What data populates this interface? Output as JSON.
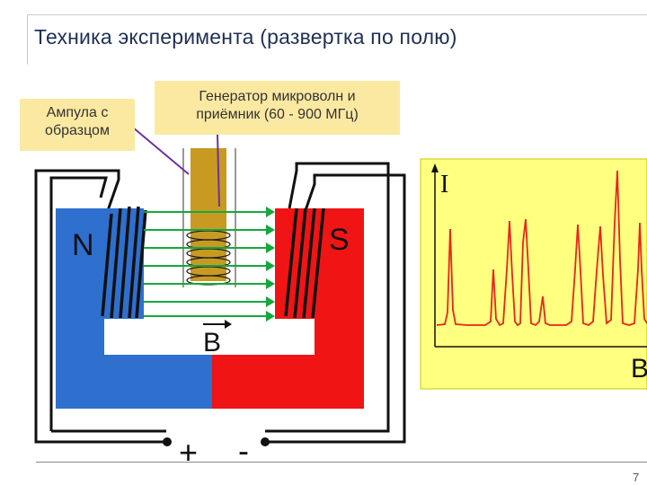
{
  "title": "Техника эксперимента (развертка по полю)",
  "callouts": {
    "ampoule": [
      "Ампула с",
      "образцом"
    ],
    "generator": [
      "Генератор микроволн и",
      "приёмник (60 - 900 МГц)"
    ]
  },
  "magnet": {
    "north_label": "N",
    "south_label": "S",
    "field_label": "B",
    "plus_label": "+",
    "minus_label": "-"
  },
  "colors": {
    "north": "#2f6fce",
    "south": "#f01414",
    "ampoule": "#c89a22",
    "field_lines": "#16a83c",
    "spectrum_bg": "#ffff80",
    "spectrum_line": "#e8261a",
    "callout_bg": "#fbe9a2",
    "pointer": "#7030a0"
  },
  "spectrum": {
    "y_axis_label": "I",
    "x_axis_label": "B"
  },
  "page_number": "7"
}
